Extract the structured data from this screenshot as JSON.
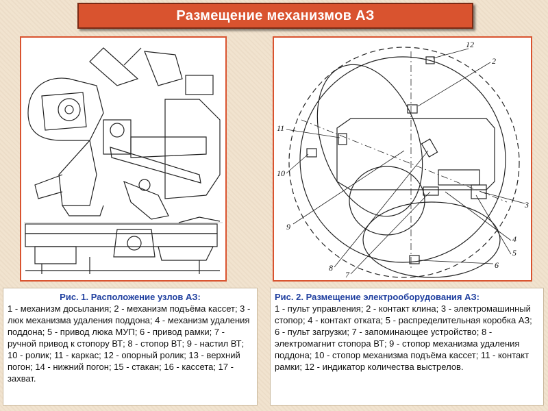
{
  "header": {
    "title": "Размещение механизмов АЗ"
  },
  "fig1": {
    "caption_title": "Рис. 1. Расположение узлов АЗ:",
    "caption_body": "1 - механизм досылания; 2 - механизм подъёма кассет; 3 - люк механизма удаления поддона; 4 - механизм удаления поддона; 5 - привод люка МУП; 6 - привод рамки; 7 - ручной привод к стопору ВТ; 8 - стопор ВТ; 9 - настил ВТ; 10 - ролик; 11 - каркас; 12 - опорный ролик; 13 - верхний погон; 14 - нижний погон; 15 - стакан; 16 - кассета; 17 - захват."
  },
  "fig2": {
    "caption_title": "Рис. 2. Размещение электрооборудования АЗ:",
    "caption_body": "1 - пульт управления; 2 - контакт клина; 3 - электромашинный стопор; 4 - контакт отката; 5 - распределительная коробка АЗ; 6 - пульт загрузки; 7 - запоминающее устройство; 8 - электромагнит стопора ВТ; 9 - стопор механизма удаления поддона; 10 - стопор механизма подъёма кассет; 11 - контакт рамки; 12 - индикатор количества выстрелов.",
    "callouts": [
      "12",
      "2",
      "11",
      "10",
      "3",
      "9",
      "4",
      "5",
      "6",
      "8",
      "7"
    ]
  },
  "colors": {
    "banner": "#d9532f",
    "caption_title": "#1f3f9f",
    "panel_border": "#d9532f",
    "background": "#f1e3cf"
  }
}
